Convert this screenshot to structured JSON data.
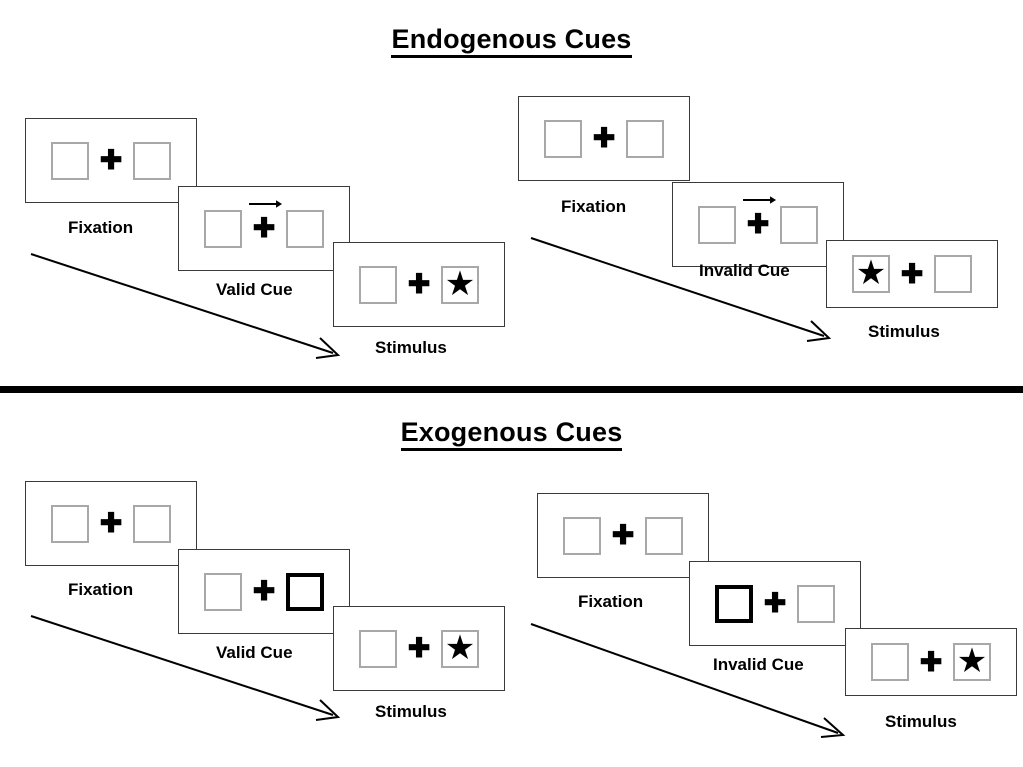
{
  "figure": {
    "sections": [
      {
        "id": "endogenous",
        "title": "Endogenous Cues",
        "columns": [
          {
            "id": "endo-valid",
            "cue_type": "valid",
            "stages": [
              {
                "label": "Fixation",
                "left_box": "empty",
                "right_box": "empty",
                "cue": "none"
              },
              {
                "label": "Valid Cue",
                "left_box": "empty",
                "right_box": "empty",
                "cue": "arrow-right"
              },
              {
                "label": "Stimulus",
                "left_box": "empty",
                "right_box": "star",
                "cue": "none"
              }
            ]
          },
          {
            "id": "endo-invalid",
            "cue_type": "invalid",
            "stages": [
              {
                "label": "Fixation",
                "left_box": "empty",
                "right_box": "empty",
                "cue": "none"
              },
              {
                "label": "Invalid Cue",
                "left_box": "empty",
                "right_box": "empty",
                "cue": "arrow-right"
              },
              {
                "label": "Stimulus",
                "left_box": "star",
                "right_box": "empty",
                "cue": "none"
              }
            ]
          }
        ]
      },
      {
        "id": "exogenous",
        "title": "Exogenous Cues",
        "columns": [
          {
            "id": "exo-valid",
            "cue_type": "valid",
            "stages": [
              {
                "label": "Fixation",
                "left_box": "empty",
                "right_box": "empty",
                "cue": "none"
              },
              {
                "label": "Valid Cue",
                "left_box": "empty",
                "right_box": "cued",
                "cue": "none"
              },
              {
                "label": "Stimulus",
                "left_box": "empty",
                "right_box": "star",
                "cue": "none"
              }
            ]
          },
          {
            "id": "exo-invalid",
            "cue_type": "invalid",
            "stages": [
              {
                "label": "Fixation",
                "left_box": "empty",
                "right_box": "empty",
                "cue": "none"
              },
              {
                "label": "Invalid Cue",
                "left_box": "cued",
                "right_box": "empty",
                "cue": "none"
              },
              {
                "label": "Stimulus",
                "left_box": "empty",
                "right_box": "star",
                "cue": "none"
              }
            ]
          }
        ]
      }
    ],
    "glyphs": {
      "fixation_cross": "✚",
      "target_star": "★"
    },
    "colors": {
      "frame_border": "#3a3a3a",
      "box_border": "#a8a8a8",
      "cued_box_border": "#000000",
      "ink": "#000000",
      "background": "#ffffff"
    }
  }
}
